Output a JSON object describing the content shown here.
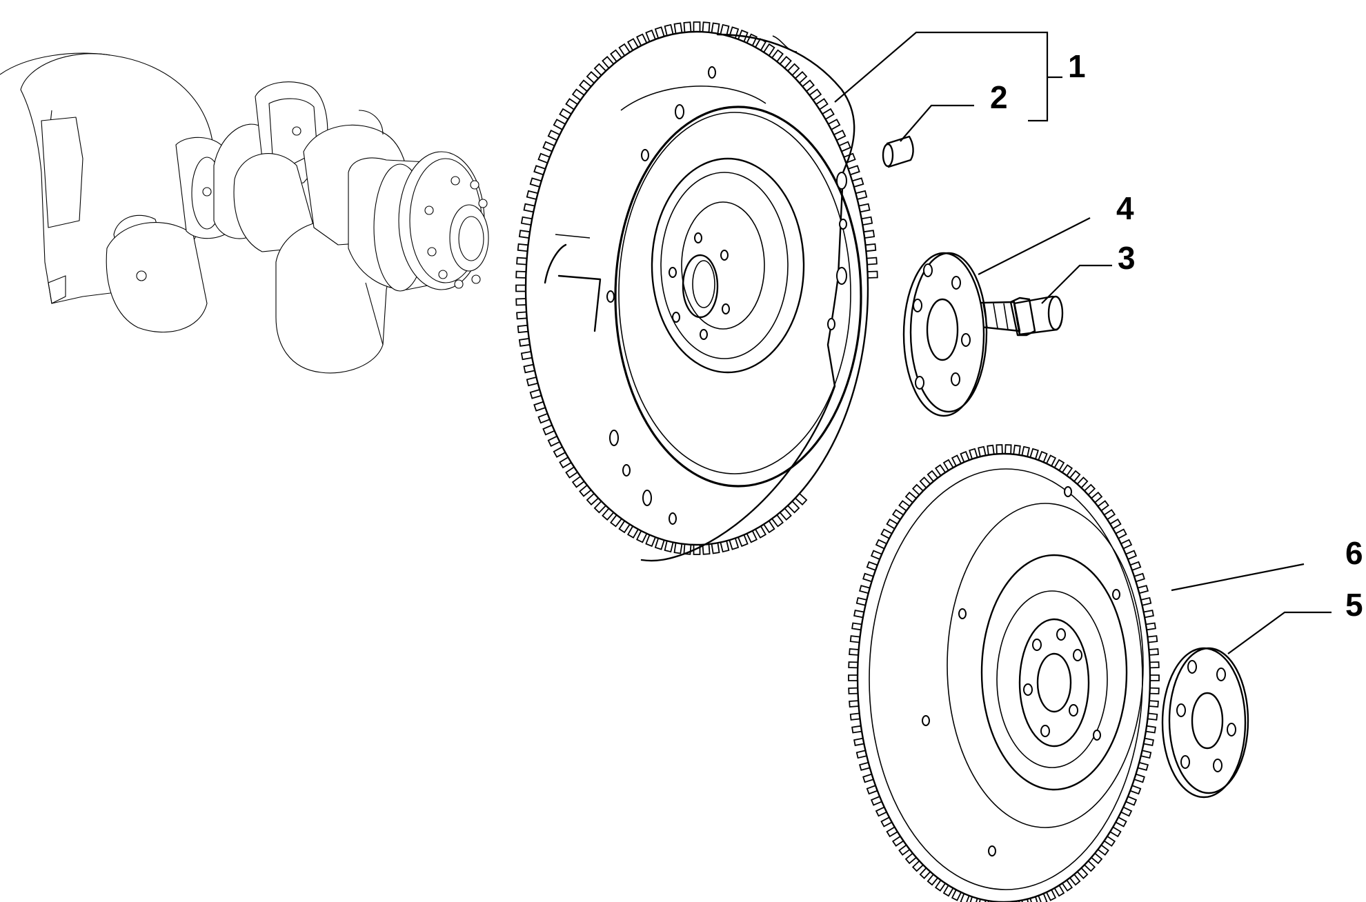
{
  "callouts": [
    {
      "id": "1",
      "label": "1"
    },
    {
      "id": "2",
      "label": "2"
    },
    {
      "id": "3",
      "label": "3"
    },
    {
      "id": "4",
      "label": "4"
    },
    {
      "id": "5",
      "label": "5"
    },
    {
      "id": "6",
      "label": "6"
    }
  ],
  "parts": {
    "flywheel_upper": {
      "teeth": 120
    },
    "flywheel_lower": {
      "teeth": 110
    }
  },
  "colors": {
    "line": "#000000",
    "background": "#ffffff"
  }
}
